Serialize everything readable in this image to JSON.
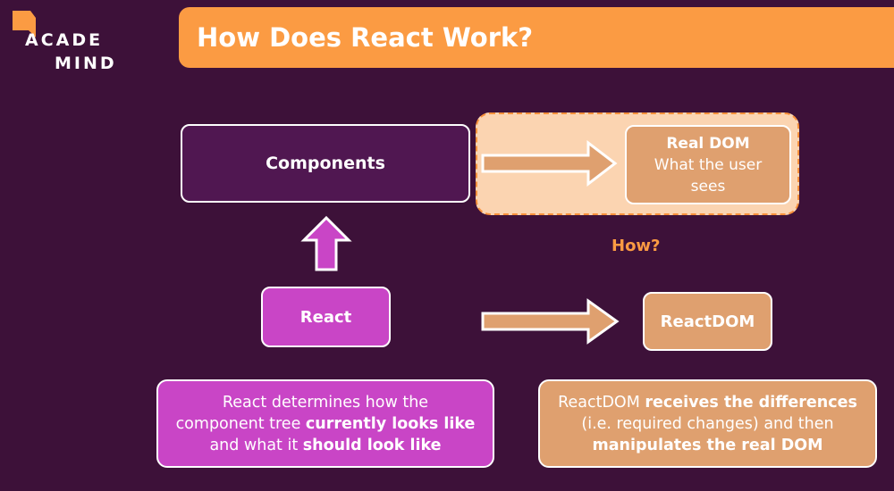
{
  "logo": {
    "line1": "ACADE",
    "line2": "MIND",
    "icon": "flag-icon"
  },
  "title": "How Does React Work?",
  "colors": {
    "background": "#3d1139",
    "accent_orange": "#fb9b43",
    "components_fill": "#501751",
    "react_fill": "#c945c6",
    "reactdom_fill": "#dfa06f",
    "highlight_fill": "#fbd4b1",
    "dashed_border": "#f9913b"
  },
  "diagram": {
    "components_label": "Components",
    "realdom_title": "Real DOM",
    "realdom_sub1": "What the user",
    "realdom_sub2": "sees",
    "react_label": "React",
    "reactdom_label": "ReactDOM",
    "how_label": "How?"
  },
  "descriptions": {
    "left": {
      "line1": "React determines how the",
      "line2_a": "component tree ",
      "line2_b": "currently looks like",
      "line3_a": "and what it ",
      "line3_b": "should look like"
    },
    "right": {
      "line1_a": "ReactDOM ",
      "line1_b": "receives the differences",
      "line2": "(i.e. required changes) and then",
      "line3": "manipulates the real DOM"
    }
  }
}
